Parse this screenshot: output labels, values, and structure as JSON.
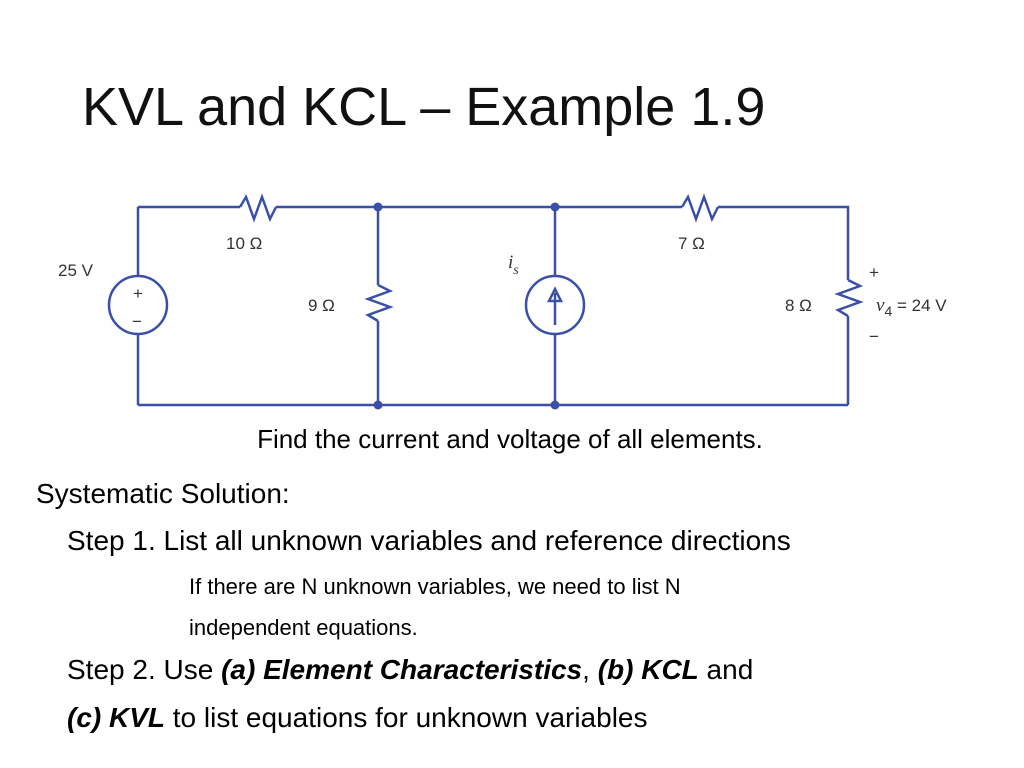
{
  "slide": {
    "title": "KVL and KCL – Example 1.9"
  },
  "circuit": {
    "labels": {
      "source_voltage": "25 V",
      "source_plus": "+",
      "source_minus": "−",
      "r1": "10 Ω",
      "r2": "9 Ω",
      "is": "i",
      "is_sub": "s",
      "r3": "7 Ω",
      "r4": "8 Ω",
      "v4_plus": "+",
      "v4_minus": "−",
      "v4": "v",
      "v4_sub": "4",
      "v4_value": " = 24 V"
    }
  },
  "body": {
    "caption": "Find the current and voltage of all elements.",
    "systematic": "Systematic Solution:",
    "step1": "Step 1. List all unknown variables and reference directions",
    "note_line1": "If there are N unknown variables, we need to list N",
    "note_line2": "independent equations.",
    "step2_prefix": "Step 2. Use ",
    "step2_a": "(a) Element Characteristics",
    "step2_comma": ", ",
    "step2_b": "(b) KCL",
    "step2_and": " and",
    "step2_c": "(c) KVL",
    "step2_rest": " to list equations for unknown variables"
  },
  "colors": {
    "circuit_wire": "#3a4fa8",
    "text": "#000000",
    "background": "#ffffff"
  }
}
